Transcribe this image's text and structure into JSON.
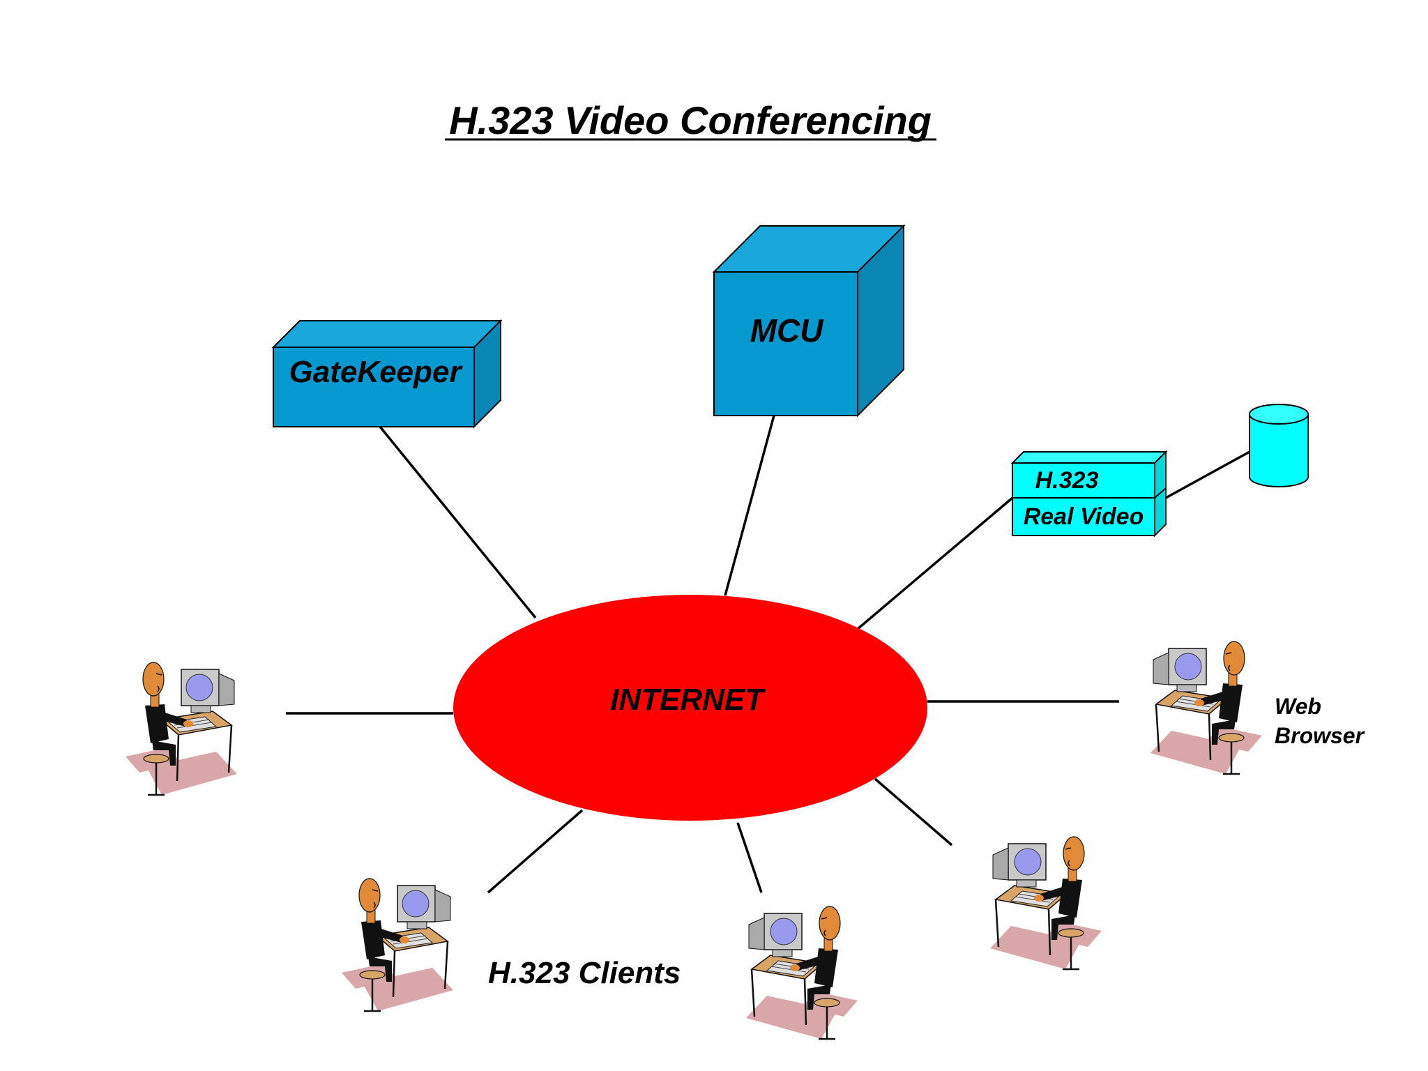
{
  "title": "H.323 Video Conferencing",
  "nodes": {
    "internet": {
      "label": "INTERNET",
      "color": "#ff0000"
    },
    "gatekeeper": {
      "label": "GateKeeper",
      "color": "#0599cf"
    },
    "mcu": {
      "label": "MCU",
      "color": "#0599cf"
    },
    "real_video_server": {
      "label_top": "H.323",
      "label_bottom": "Real Video",
      "color": "#00ffff"
    },
    "database": {
      "icon": "database-cylinder-icon",
      "color": "#00ffff"
    }
  },
  "clients": {
    "caption": "H.323 Clients",
    "web_browser_label_line1": "Web",
    "web_browser_label_line2": "Browser",
    "icon": "person-at-computer-icon"
  }
}
